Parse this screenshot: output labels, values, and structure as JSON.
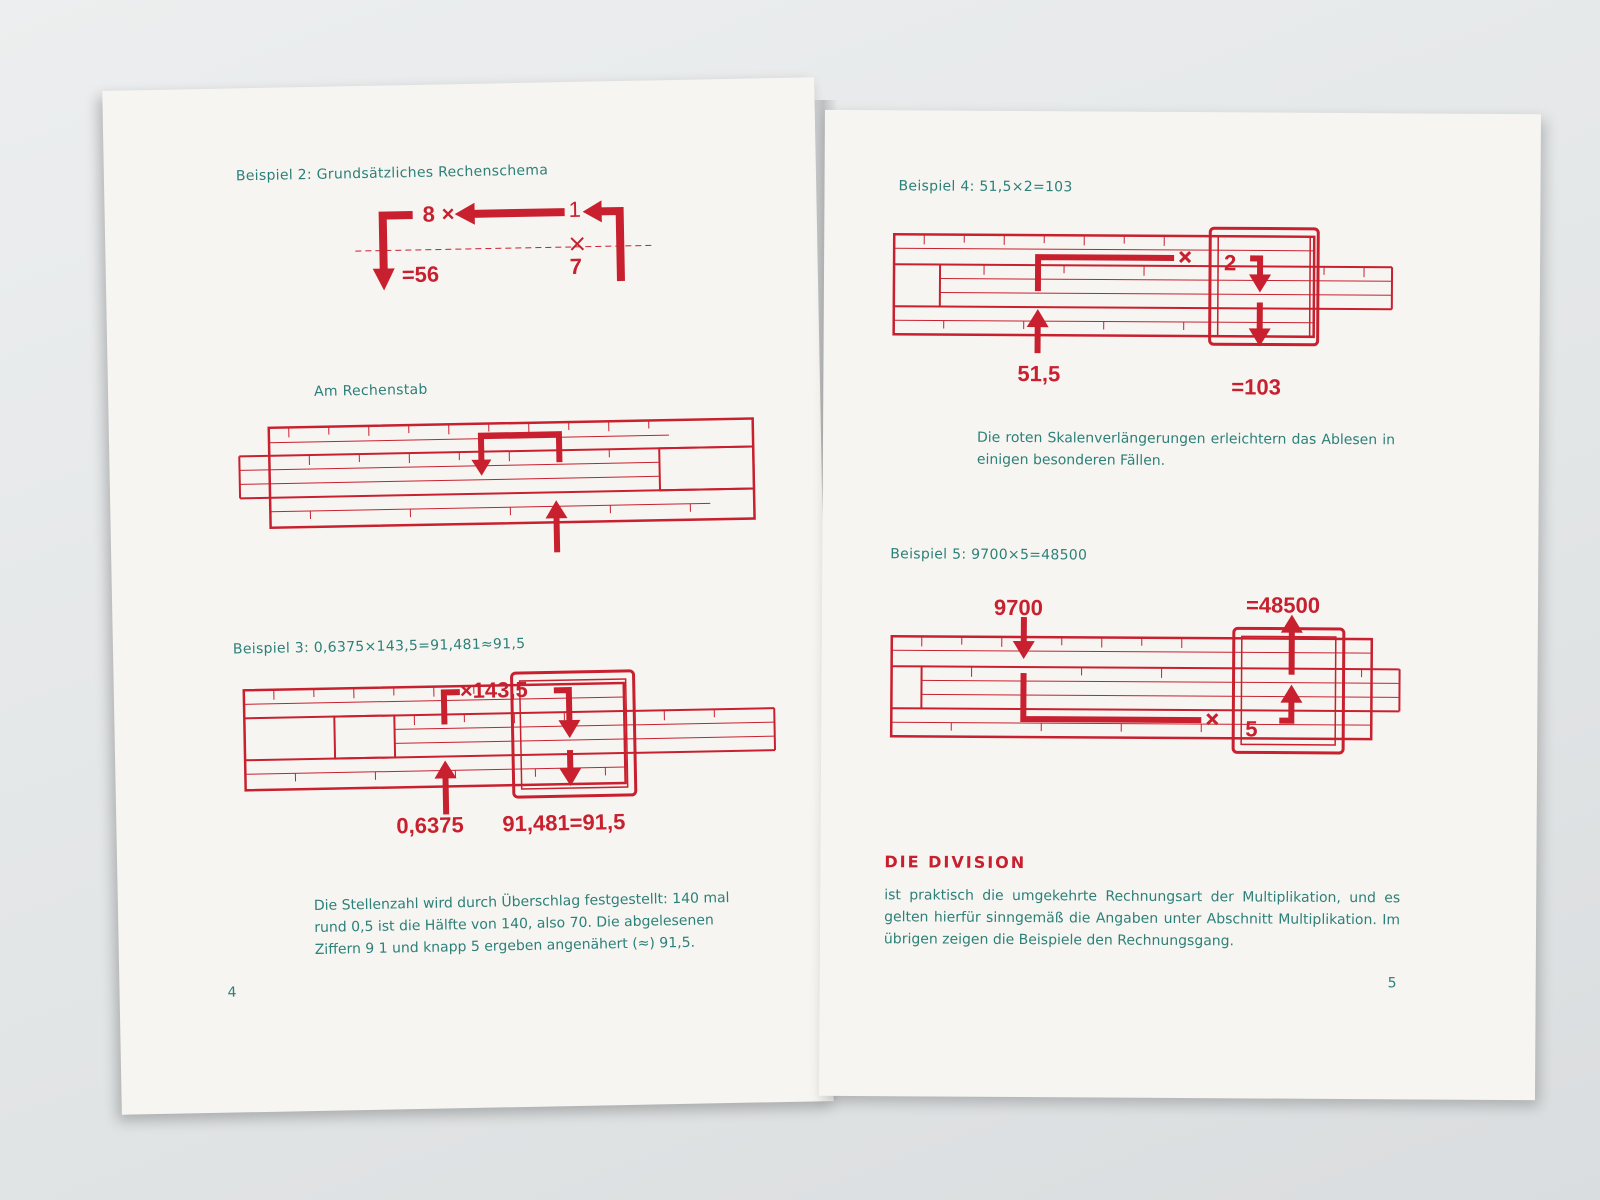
{
  "left_page": {
    "example2_label": "Beispiel 2: Grundsätzliches Rechenschema",
    "scheme": {
      "factor_a": "8",
      "times": "×",
      "one": "1",
      "factor_b": "7",
      "result": "=56"
    },
    "slide_label": "Am Rechenstab",
    "example3_label": "Beispiel 3: 0,6375×143,5=91,481≈91,5",
    "example3": {
      "multiplier": "×143,5",
      "input": "0,6375",
      "result": "91,481=91,5"
    },
    "body_text": "Die Stellenzahl wird durch Überschlag festgestellt: 140 mal rund 0,5 ist die Hälfte von 140, also 70. Die abgelesenen Ziffern 9 1 und knapp 5 ergeben angenähert (≈) 91,5.",
    "page_number": "4"
  },
  "right_page": {
    "example4_label": "Beispiel 4: 51,5×2=103",
    "example4": {
      "multiplier": "2",
      "times": "×",
      "input": "51,5",
      "result": "=103"
    },
    "note_text": "Die roten Skalenverlängerungen erleichtern das Ablesen in einigen besonderen Fällen.",
    "example5_label": "Beispiel 5: 9700×5=48500",
    "example5": {
      "input": "9700",
      "result": "=48500",
      "multiplier": "5",
      "times": "×"
    },
    "division_heading": "DIE DIVISION",
    "division_text": "ist praktisch die umgekehrte Rechnungsart der Multiplikation, und es gelten hierfür sinngemäß die Angaben unter Abschnitt Multiplikation. Im übrigen zeigen die Beispiele den Rechnungsgang.",
    "page_number": "5"
  },
  "colors": {
    "teal": "#2d8079",
    "red": "#c8202f",
    "paper": "#f6f5f1"
  }
}
